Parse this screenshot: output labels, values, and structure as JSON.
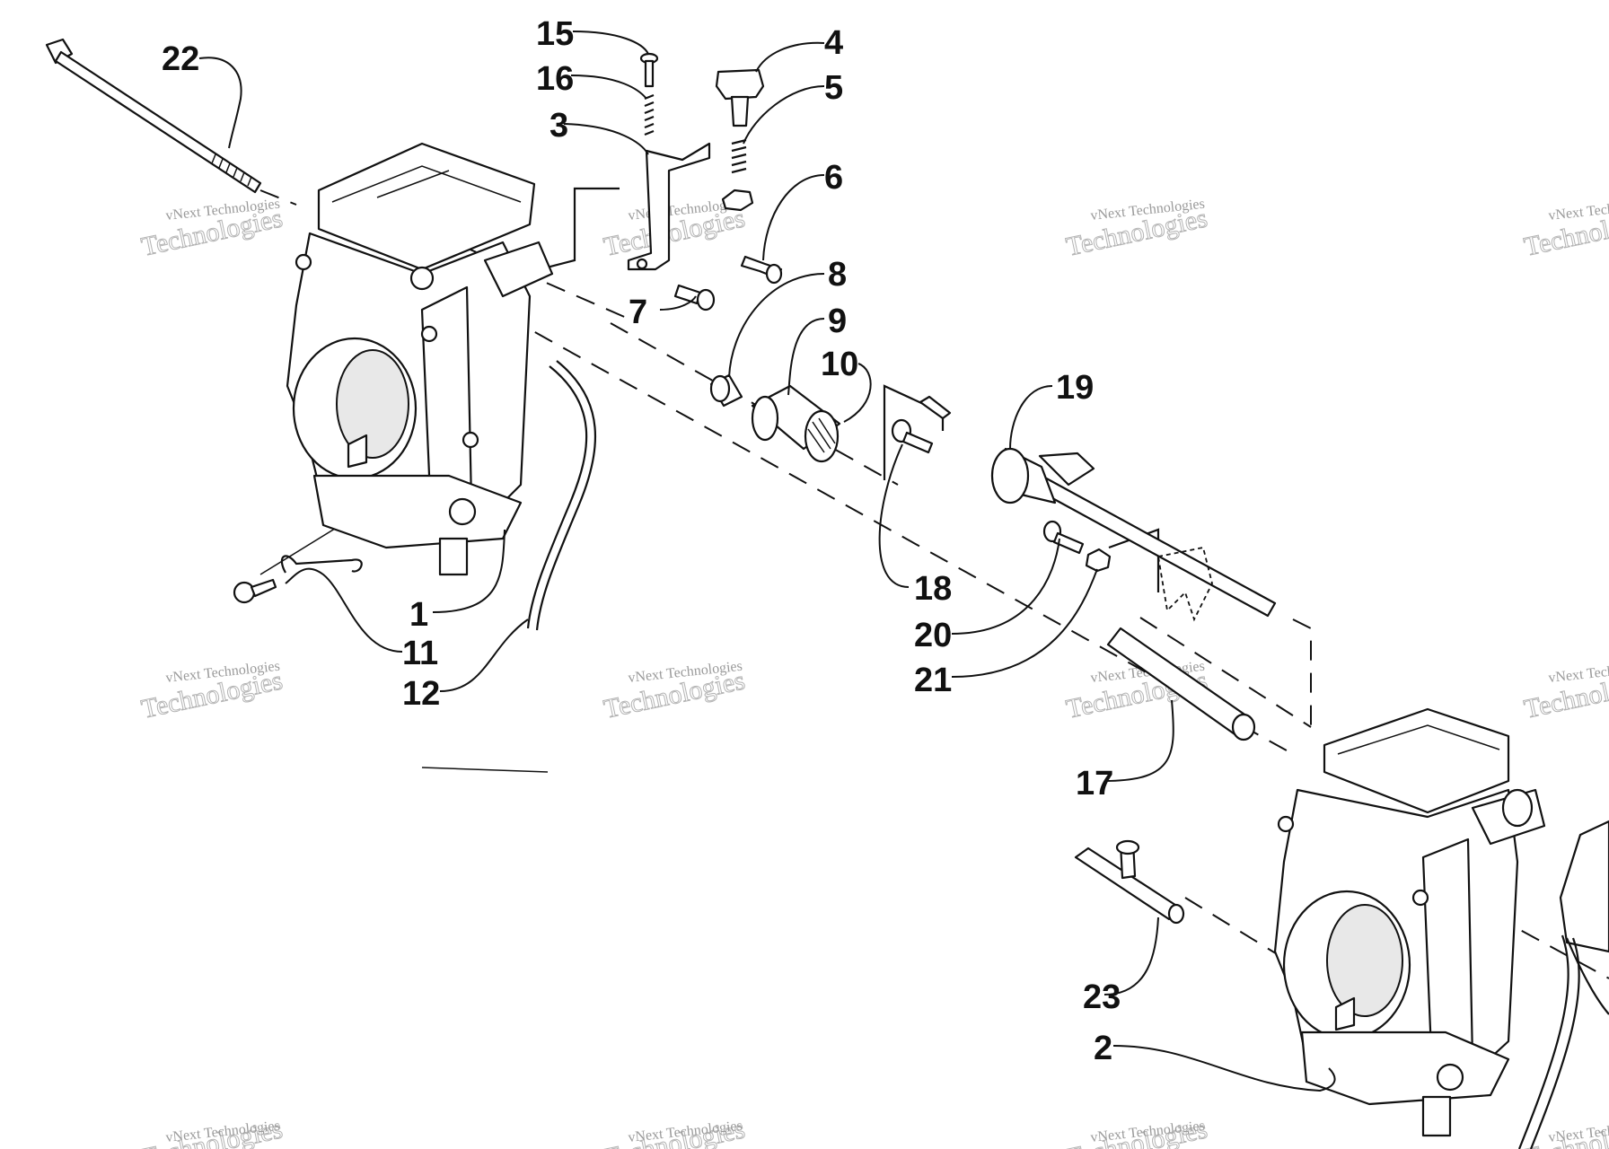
{
  "watermark": {
    "line1": "vNext Technologies",
    "line2": "Technologies"
  },
  "callouts": [
    {
      "id": "15",
      "label": "15"
    },
    {
      "id": "4",
      "label": "4"
    },
    {
      "id": "22",
      "label": "22"
    },
    {
      "id": "16",
      "label": "16"
    },
    {
      "id": "5",
      "label": "5"
    },
    {
      "id": "3",
      "label": "3"
    },
    {
      "id": "6",
      "label": "6"
    },
    {
      "id": "8",
      "label": "8"
    },
    {
      "id": "9",
      "label": "9"
    },
    {
      "id": "7",
      "label": "7"
    },
    {
      "id": "10",
      "label": "10"
    },
    {
      "id": "19",
      "label": "19"
    },
    {
      "id": "18",
      "label": "18"
    },
    {
      "id": "1",
      "label": "1"
    },
    {
      "id": "20",
      "label": "20"
    },
    {
      "id": "11",
      "label": "11"
    },
    {
      "id": "21",
      "label": "21"
    },
    {
      "id": "12",
      "label": "12"
    },
    {
      "id": "17",
      "label": "17"
    },
    {
      "id": "23",
      "label": "23"
    },
    {
      "id": "2",
      "label": "2"
    }
  ],
  "colors": {
    "ink": "#111111",
    "watermark": "#a0a0a0",
    "background": "#ffffff"
  }
}
